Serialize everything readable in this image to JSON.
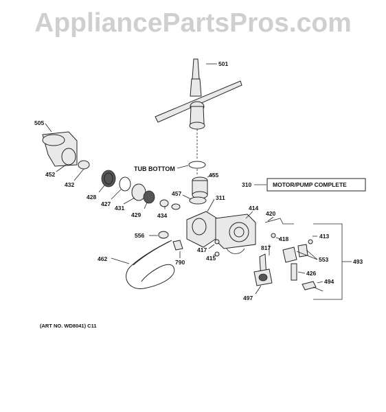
{
  "watermark": "AppliancePartsPros.com",
  "labels": {
    "p501": "501",
    "p505": "505",
    "p452": "452",
    "p432": "432",
    "tub_bottom": "TUB BOTTOM",
    "p455": "455",
    "p310": "310",
    "motor_pump": "MOTOR/PUMP COMPLETE",
    "p428": "428",
    "p427": "427",
    "p431": "431",
    "p429": "429",
    "p434": "434",
    "p457": "457",
    "p311": "311",
    "p414": "414",
    "p420": "420",
    "p413": "413",
    "p556": "556",
    "p418": "418",
    "p553": "553",
    "p493": "493",
    "p462": "462",
    "p417": "417",
    "p415": "415",
    "p790": "790",
    "p817": "817",
    "p426": "426",
    "p494": "494",
    "p497": "497"
  },
  "art_number": "(ART NO. WD8041) C11"
}
